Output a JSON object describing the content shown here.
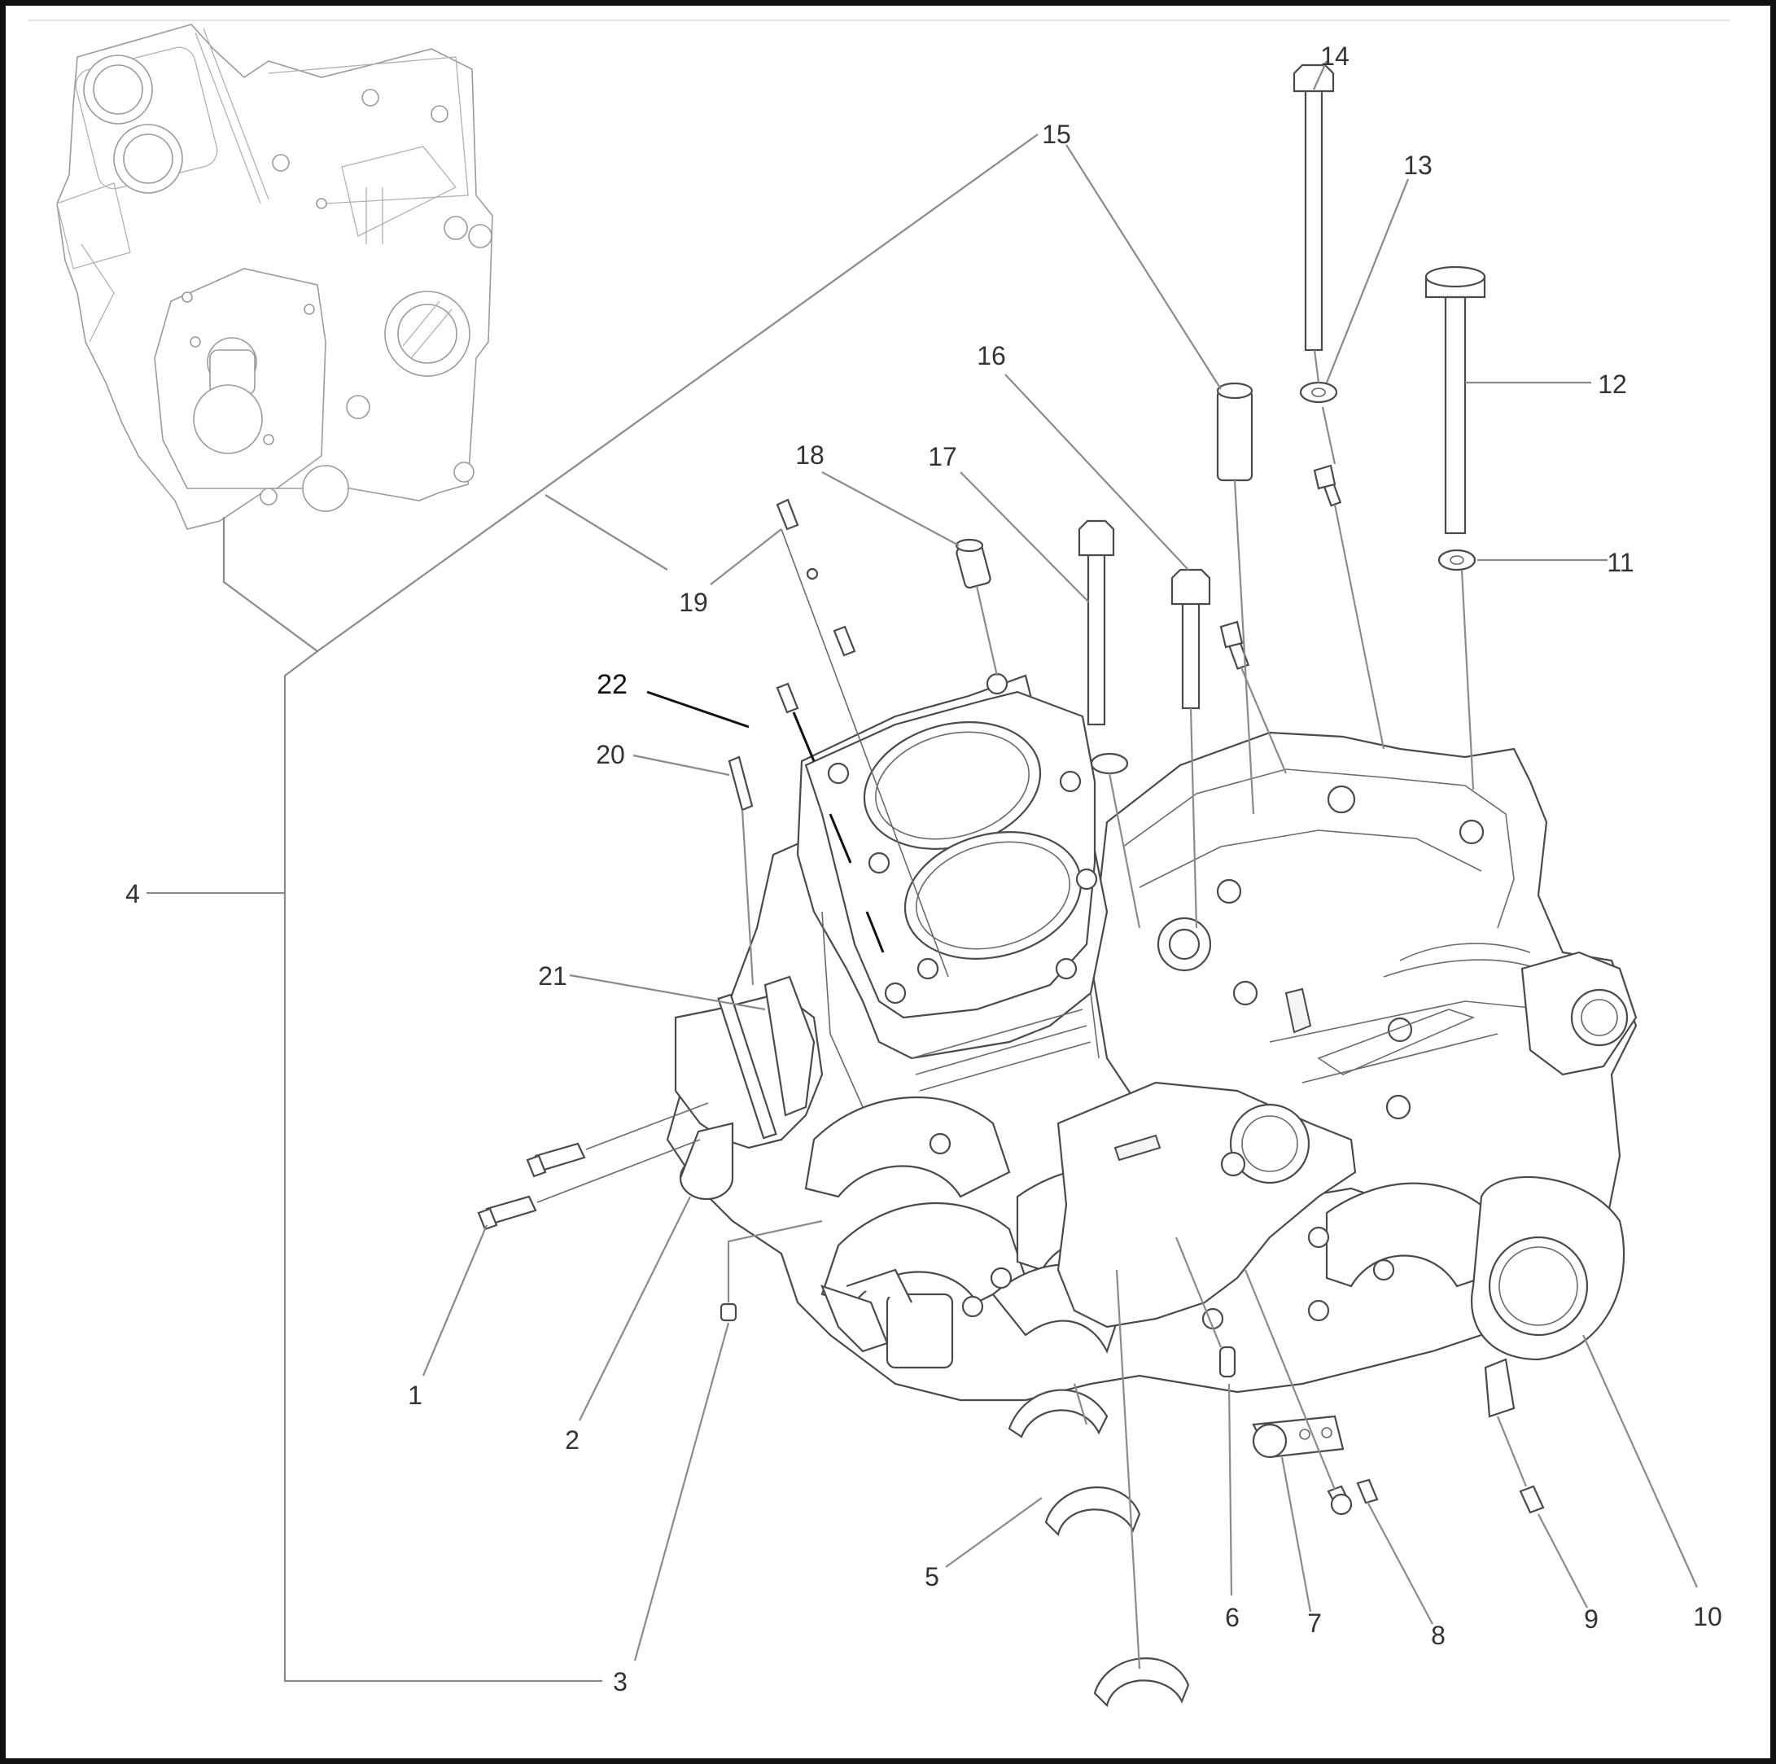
{
  "diagram": {
    "callouts": [
      {
        "id": "1",
        "text": "1"
      },
      {
        "id": "2",
        "text": "2"
      },
      {
        "id": "3",
        "text": "3"
      },
      {
        "id": "4",
        "text": "4"
      },
      {
        "id": "5",
        "text": "5"
      },
      {
        "id": "6",
        "text": "6"
      },
      {
        "id": "7",
        "text": "7"
      },
      {
        "id": "8",
        "text": "8"
      },
      {
        "id": "9",
        "text": "9"
      },
      {
        "id": "10",
        "text": "10"
      },
      {
        "id": "11",
        "text": "11"
      },
      {
        "id": "12",
        "text": "12"
      },
      {
        "id": "13",
        "text": "13"
      },
      {
        "id": "14",
        "text": "14"
      },
      {
        "id": "15",
        "text": "15"
      },
      {
        "id": "16",
        "text": "16"
      },
      {
        "id": "17",
        "text": "17"
      },
      {
        "id": "18",
        "text": "18"
      },
      {
        "id": "19",
        "text": "19"
      },
      {
        "id": "20",
        "text": "20"
      },
      {
        "id": "21",
        "text": "21"
      },
      {
        "id": "22",
        "text": "22"
      }
    ]
  }
}
